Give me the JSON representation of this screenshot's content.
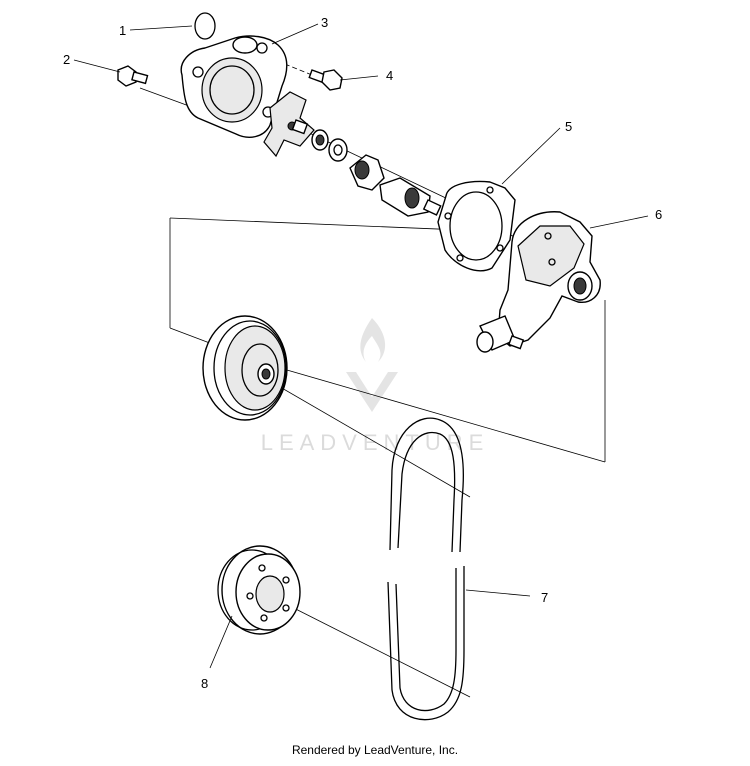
{
  "callouts": [
    {
      "id": "1",
      "label": "1"
    },
    {
      "id": "2",
      "label": "2"
    },
    {
      "id": "3",
      "label": "3"
    },
    {
      "id": "4",
      "label": "4"
    },
    {
      "id": "5",
      "label": "5"
    },
    {
      "id": "6",
      "label": "6"
    },
    {
      "id": "7",
      "label": "7"
    },
    {
      "id": "8",
      "label": "8"
    }
  ],
  "watermark": "LEADVENTURE",
  "footer": "Rendered by LeadVenture, Inc."
}
